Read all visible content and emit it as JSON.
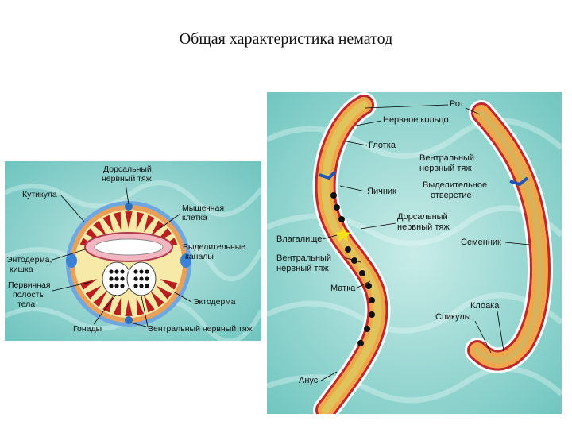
{
  "title": "Общая характеристика нематод",
  "cross_section": {
    "labels": {
      "dorsal_nerve": [
        "Дорсальный",
        "нервный тяж"
      ],
      "cuticle": [
        "Кутикула"
      ],
      "muscle_cell": [
        "Мышечная",
        "клетка"
      ],
      "excretory_canals": [
        "Выделительные",
        "каналы"
      ],
      "endoderm": [
        "Энтодерма,",
        "кишка"
      ],
      "body_cavity": [
        "Первичная",
        "полость",
        "тела"
      ],
      "ectoderm": [
        "Эктодерма"
      ],
      "gonads": [
        "Гонады"
      ],
      "ventral_nerve": [
        "Вентральный нервный тяж"
      ]
    }
  },
  "body": {
    "labels": {
      "mouth": [
        "Рот"
      ],
      "nerve_ring": [
        "Нервное кольцо"
      ],
      "pharynx": [
        "Глотка"
      ],
      "ventral_nerve_male": [
        "Вентральный",
        "нервный тяж"
      ],
      "ovary": [
        "Яичник"
      ],
      "excretory_pore": [
        "Выделительное",
        "отверстие"
      ],
      "dorsal_nerve": [
        "Дорсальный",
        "нервный тяж"
      ],
      "vagina": [
        "Влагалище"
      ],
      "testis": [
        "Семенник"
      ],
      "ventral_nerve_female": [
        "Вентральный",
        "нервный тяж"
      ],
      "uterus": [
        "Матка"
      ],
      "cloaca": [
        "Клоака"
      ],
      "spicules": [
        "Спикулы"
      ],
      "anus": [
        "Анус"
      ]
    }
  }
}
